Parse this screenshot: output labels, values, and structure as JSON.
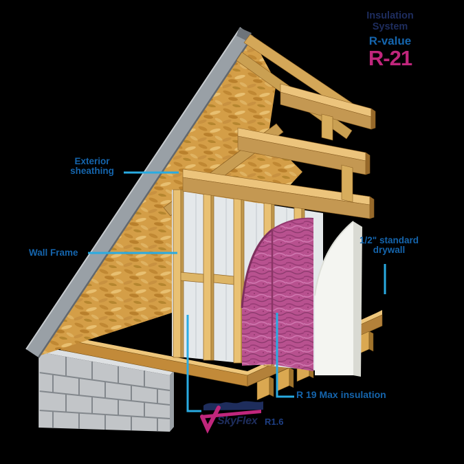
{
  "header": {
    "title_line1": "Insulation",
    "title_line2": "System",
    "rvalue_label": "R-value",
    "rvalue": "R-21"
  },
  "callouts": {
    "exterior_sheathing_line1": "Exterior",
    "exterior_sheathing_line2": "sheathing",
    "wall_frame": "Wall Frame",
    "drywall_line1": "1/2\" standard",
    "drywall_line2": "drywall",
    "insulation": "R 19 Max insulation"
  },
  "logo": {
    "brand": "SkyFlex",
    "suffix": "R1.6"
  },
  "colors": {
    "background": "#000000",
    "label_blue": "#1565ad",
    "leader_cyan": "#29abe2",
    "navy": "#1e2d5e",
    "magenta": "#c0267c",
    "osb_wood": "#d49e47",
    "lumber": "#e9c173",
    "insulation_pink": "#b8518f",
    "drywall_white": "#f4f5f1",
    "concrete_gray": "#c2c5c8"
  }
}
